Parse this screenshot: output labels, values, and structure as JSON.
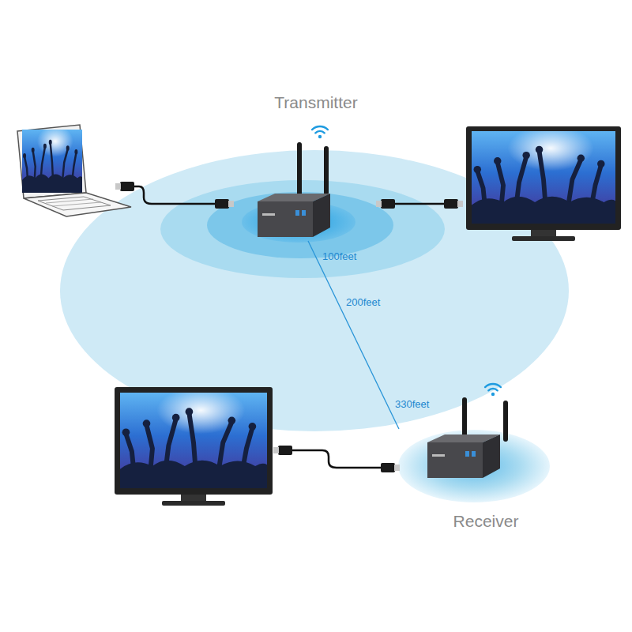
{
  "diagram": {
    "nodes": [
      {
        "text": [
          "Transmitter"
        ]
      },
      {
        "text": [
          "Receiver"
        ]
      }
    ],
    "edges": [
      {
        "from": 0,
        "to": 1,
        "arrow": "none"
      }
    ],
    "labels": [
      "100feet",
      "200feet",
      "330feet"
    ]
  }
}
